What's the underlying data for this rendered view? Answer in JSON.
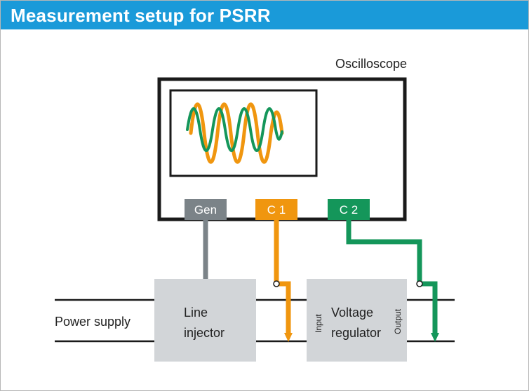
{
  "title": "Measurement setup for PSRR",
  "oscilloscope": {
    "label": "Oscilloscope"
  },
  "ports": {
    "gen": "Gen",
    "c1": "C 1",
    "c2": "C 2"
  },
  "blocks": {
    "line_injector": [
      "Line",
      "injector"
    ],
    "voltage_regulator": [
      "Voltage",
      "regulator"
    ],
    "input_label": "Input",
    "output_label": "Output"
  },
  "power_supply": "Power supply",
  "colors": {
    "header": "#1a9ad9",
    "gen": "#7b8388",
    "c1": "#f0960f",
    "c2": "#14965a",
    "block": "#d2d5d8"
  }
}
